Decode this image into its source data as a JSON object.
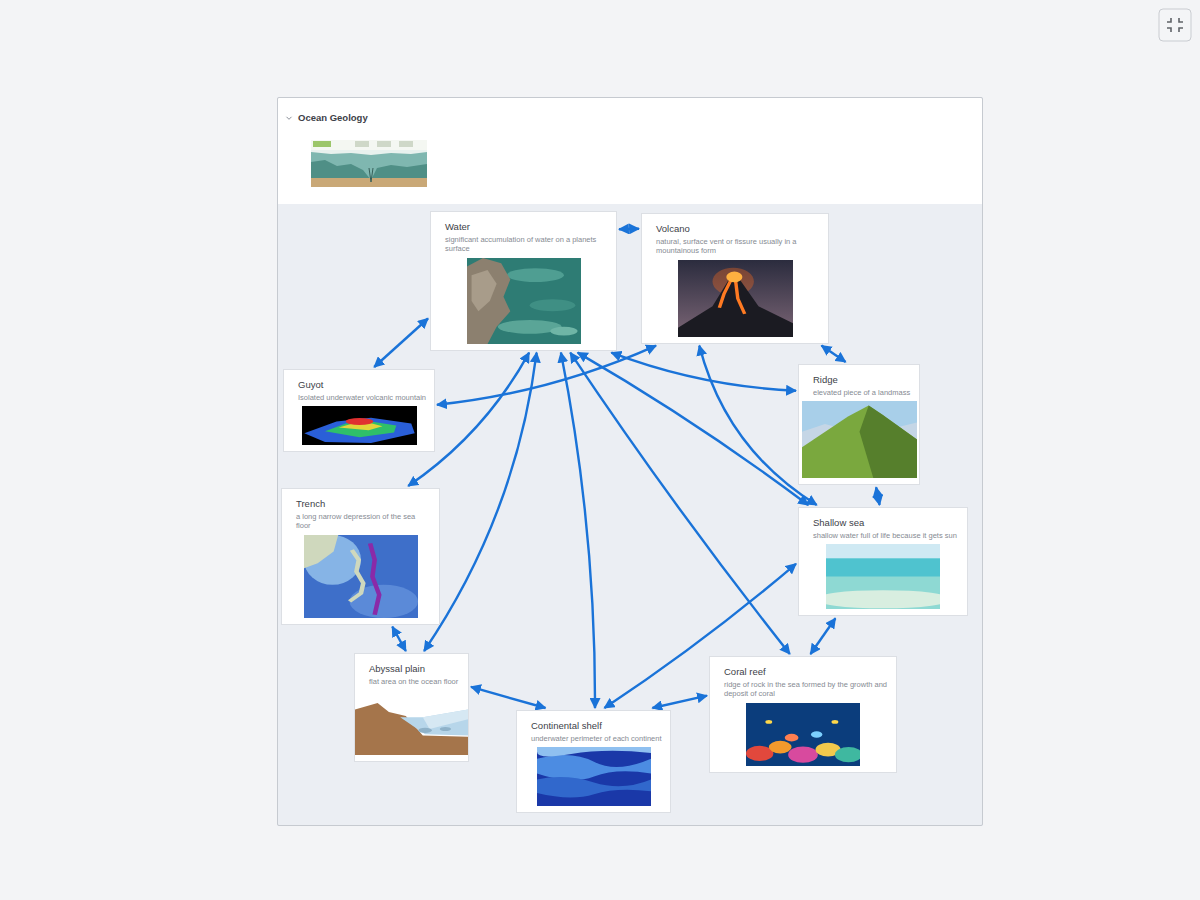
{
  "diagram": {
    "nodes": [
      {
        "text": [
          "Ocean Geology"
        ]
      },
      {
        "text": [
          "Water",
          "significant accumulation of water on a planets surface"
        ],
        "in": 0
      },
      {
        "text": [
          "Volcano",
          "natural, surface vent or fissure usually in a mountainous form"
        ],
        "in": 0
      },
      {
        "text": [
          "Guyot",
          "Isolated underwater volcanic mountain"
        ],
        "in": 0
      },
      {
        "text": [
          "Ridge",
          "elevated piece of a landmass"
        ],
        "in": 0
      },
      {
        "text": [
          "Trench",
          "a long narrow depression of the sea floor"
        ],
        "in": 0
      },
      {
        "text": [
          "Shallow sea",
          "shallow water full of life because it gets sun"
        ],
        "in": 0
      },
      {
        "text": [
          "Abyssal plain",
          "flat area on the ocean floor"
        ],
        "in": 0
      },
      {
        "text": [
          "Coral reef",
          "ridge of rock in the sea formed by the growth and deposit of coral"
        ],
        "in": 0
      },
      {
        "text": [
          "Continental shelf",
          "underwater perimeter of each continent"
        ],
        "in": 0
      }
    ],
    "edges": [
      {
        "from": 1,
        "to": 2,
        "arrow": "both"
      },
      {
        "from": 1,
        "to": 3,
        "arrow": "both"
      },
      {
        "from": 1,
        "to": 4,
        "arrow": "both"
      },
      {
        "from": 1,
        "to": 5,
        "arrow": "both"
      },
      {
        "from": 1,
        "to": 7,
        "arrow": "both"
      },
      {
        "from": 1,
        "to": 9,
        "arrow": "both"
      },
      {
        "from": 1,
        "to": 8,
        "arrow": "both"
      },
      {
        "from": 1,
        "to": 6,
        "arrow": "both"
      },
      {
        "from": 2,
        "to": 3,
        "arrow": "both"
      },
      {
        "from": 2,
        "to": 4,
        "arrow": "both"
      },
      {
        "from": 2,
        "to": 6,
        "arrow": "both"
      },
      {
        "from": 4,
        "to": 6,
        "arrow": "both"
      },
      {
        "from": 5,
        "to": 7,
        "arrow": "both"
      },
      {
        "from": 7,
        "to": 9,
        "arrow": "both"
      },
      {
        "from": 9,
        "to": 8,
        "arrow": "both"
      },
      {
        "from": 9,
        "to": 6,
        "arrow": "both"
      },
      {
        "from": 6,
        "to": 8,
        "arrow": "both"
      }
    ]
  }
}
